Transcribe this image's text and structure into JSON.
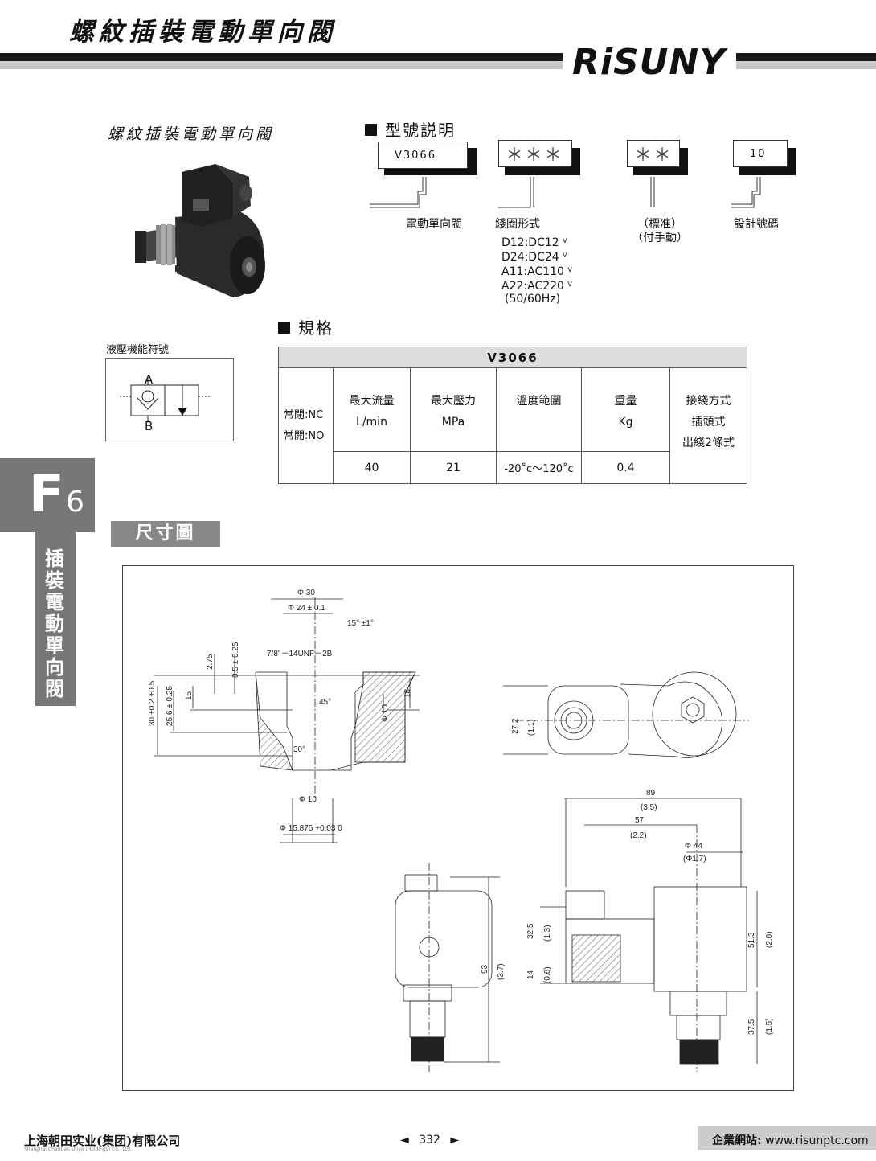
{
  "header": {
    "title": "螺紋插裝電動單向閥",
    "logo": "RiSUNY"
  },
  "product": {
    "subtitle": "螺紋插裝電動單向閥"
  },
  "model": {
    "heading": "型號説明",
    "codes": [
      "V3066",
      "＊＊＊",
      "＊＊",
      "10"
    ],
    "labels": [
      "電動單向閥",
      "綫圈形式",
      "（標准）",
      "（付手動）",
      "設計號碼"
    ],
    "coil_options": [
      "D12:DC12",
      "D24:DC24",
      "A11:AC110",
      "A22:AC220"
    ],
    "coil_option_marks": [
      "V",
      "V",
      "V",
      "V"
    ],
    "frequency": "(50/60Hz)"
  },
  "spec": {
    "heading": "規格",
    "symbol_label": "液壓機能符號",
    "symbol_port_a": "A",
    "symbol_port_b": "B",
    "table_title": "V3066",
    "row_label_nc": "常閉:NC",
    "row_label_no": "常開:NO",
    "columns": [
      {
        "name": "最大流量",
        "unit": "L/min",
        "value": "40"
      },
      {
        "name": "最大壓力",
        "unit": "MPa",
        "value": "21"
      },
      {
        "name": "溫度範圍",
        "unit": "",
        "value": "-20˚c～120˚c"
      },
      {
        "name": "重量",
        "unit": "Kg",
        "value": "0.4"
      }
    ],
    "connection": {
      "name": "接綫方式",
      "line1": "插頭式",
      "line2": "出綫2條式"
    }
  },
  "side_tab": {
    "letter": "F",
    "number": "6",
    "text": "插裝電動單向閥"
  },
  "dimensions": {
    "heading": "尺寸圖",
    "cavity": {
      "phi30": "Φ 30",
      "phi24": "Φ 24 ± 0.1",
      "angle15": "15° ±1°",
      "thread": "7/8\"－14UNF－2B",
      "d275": "2.75",
      "d05": "0.5 ± 0.25",
      "d15": "15",
      "d256": "25.6 ± 0.25",
      "d30": "30 +0.2 +0.5",
      "d18": "18",
      "a45": "45°",
      "phi10v": "Φ 10",
      "a30": "30°",
      "phi10": "Φ 10",
      "phi15875": "Φ 15.875 +0.03 0"
    },
    "front": {
      "d272": "27.2",
      "d11": "(1.1)"
    },
    "side": {
      "d89": "89",
      "d35": "(3.5)",
      "d57": "57",
      "d22": "(2.2)",
      "phi44": "Φ 44",
      "phi17": "(Φ1.7)",
      "d325": "32.5",
      "d13": "(1.3)",
      "d14": "14",
      "d06": "(0.6)",
      "d513": "51.3",
      "d20": "(2.0)",
      "d375": "37.5",
      "d15": "(1.5)"
    },
    "end": {
      "d93": "93",
      "d37": "(3.7)"
    }
  },
  "footer": {
    "company": "上海朝田实业(集团)有限公司",
    "company_en": "Shanghai Chaotian shiye (Holdings) Co., Ltd.",
    "page": "332",
    "website_label": "企業網站:",
    "website": "www.risunptc.com"
  }
}
